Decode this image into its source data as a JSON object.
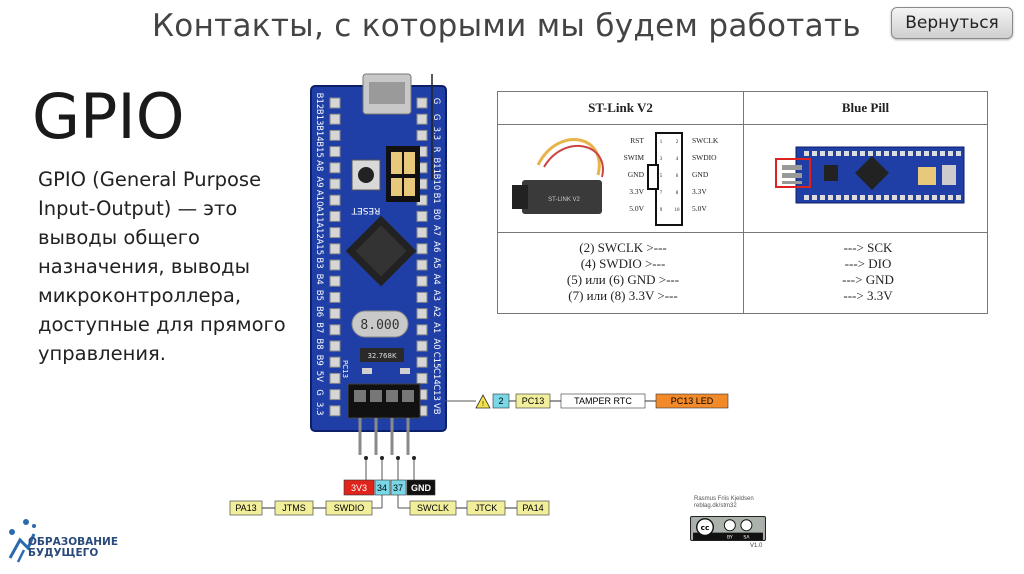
{
  "header": {
    "title": "Контакты, с которыми мы будем работать",
    "back_label": "Вернуться"
  },
  "slide": {
    "heading": "GPIO",
    "description": "GPIO (General Purpose Input-Output) — это выводы общего назначения, выводы микроконтроллера, доступные для прямого управления."
  },
  "board": {
    "left_pin_labels": [
      "B12",
      "B13",
      "B14",
      "B15",
      "A8",
      "A9",
      "A10",
      "A11",
      "A12",
      "A15",
      "B3",
      "B4",
      "B5",
      "B6",
      "B7",
      "B8",
      "B9",
      "5V",
      "G",
      "3.3"
    ],
    "right_pin_labels": [
      "G",
      "G",
      "3.3",
      "R",
      "B11",
      "B10",
      "B1",
      "B0",
      "A7",
      "A6",
      "A5",
      "A4",
      "A3",
      "A2",
      "A1",
      "A0",
      "C15",
      "C14",
      "C13",
      "VB"
    ],
    "chip_text": "8.000",
    "crystal_text": "32.768K",
    "reset_label": "RESET",
    "pc13_label": "PC13"
  },
  "pc13_row": {
    "pin_num": "2",
    "port": "PC13",
    "function": "TAMPER RTC",
    "led": "PC13 LED"
  },
  "swd_row": {
    "power": "3V3",
    "pin_a": "34",
    "pin_b": "37",
    "ground": "GND",
    "left_labels": [
      "PA13",
      "JTMS",
      "SWDIO"
    ],
    "right_labels": [
      "SWCLK",
      "JTCK",
      "PA14"
    ]
  },
  "st_table": {
    "col1_header": "ST-Link V2",
    "col2_header": "Blue Pill",
    "stlink_left_pins": [
      "RST",
      "SWIM",
      "GND",
      "3.3V",
      "5.0V"
    ],
    "stlink_left_nums": [
      "1",
      "3",
      "5",
      "7",
      "9"
    ],
    "stlink_right_nums": [
      "2",
      "4",
      "6",
      "8",
      "10"
    ],
    "stlink_right_pins": [
      "SWCLK",
      "SWDIO",
      "GND",
      "3.3V",
      "5.0V"
    ],
    "stlink_body_text": "ST-LINK V2",
    "map_left": [
      "(2) SWCLK >---",
      "(4) SWDIO >---",
      "(5) или (6) GND >---",
      "(7) или (8) 3.3V >---"
    ],
    "map_right": [
      "---> SCK",
      "---> DIO",
      "---> GND",
      "---> 3.3V"
    ]
  },
  "credits": {
    "author": "Rasmus Friis Kjeldsen",
    "site": "reblag.dk/stm32",
    "version": "V1.0",
    "cc": [
      "cc",
      "BY",
      "SA"
    ]
  },
  "logo": {
    "line1": "ОБРАЗОВАНИЕ",
    "line2": "БУДУЩЕГО"
  },
  "colors": {
    "board_blue": "#1f3fa6",
    "cyan_pin": "#7ad7e8",
    "yellow_label": "#f2ef9c",
    "orange_led": "#f28a2a",
    "red_power": "#e0231b"
  }
}
